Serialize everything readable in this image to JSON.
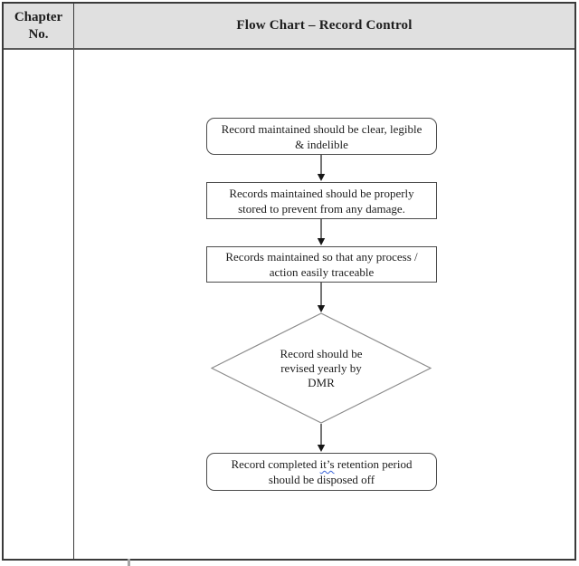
{
  "table": {
    "chapter_header": "Chapter\nNo.",
    "title": "Flow Chart – Record Control"
  },
  "flowchart": {
    "node_clear_legible": "Record maintained should be clear, legible\n& indelible",
    "node_stored_safely": "Records maintained should be properly\nstored to prevent from any damage.",
    "node_traceable": "Records maintained so that any process /\naction easily traceable",
    "decision_revised_yearly": "Record should be\nrevised yearly by\nDMR",
    "node_dispose_part1": "Record completed ",
    "node_dispose_misspelled": "it’s",
    "node_dispose_part3": " retention period\nshould be disposed off"
  },
  "colors": {
    "header_background": "#e0e0e0",
    "table_border": "#3a3a3a",
    "box_border": "#4c4c4c",
    "diamond_border": "#8a8a8a",
    "arrow": "#161616",
    "grammar_underline": "#3a64d8"
  }
}
